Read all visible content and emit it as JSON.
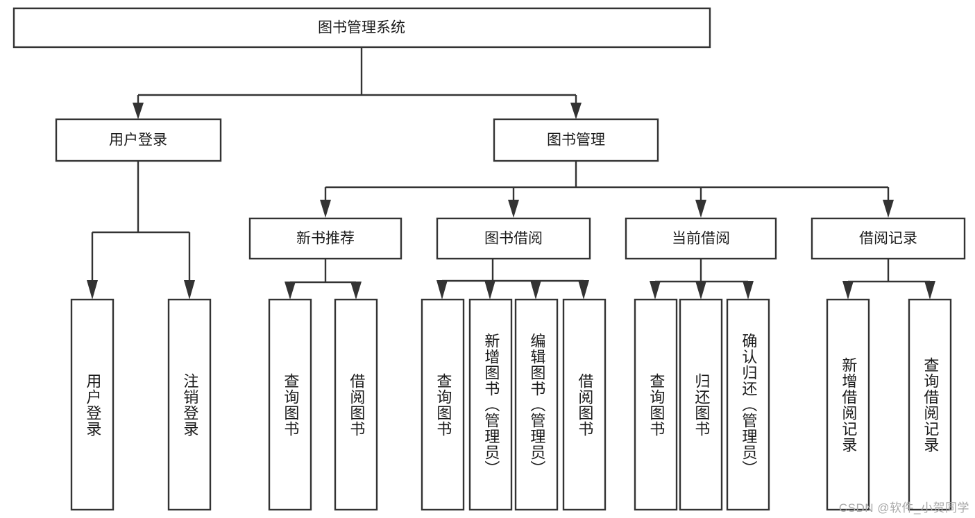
{
  "diagram": {
    "title_node": {
      "label": "图书管理系统"
    },
    "level2": [
      {
        "id": "user-login",
        "label": "用户登录"
      },
      {
        "id": "book-management",
        "label": "图书管理"
      }
    ],
    "level3": [
      {
        "id": "new-book-recommend",
        "label": "新书推荐"
      },
      {
        "id": "book-borrow",
        "label": "图书借阅"
      },
      {
        "id": "current-borrow",
        "label": "当前借阅"
      },
      {
        "id": "borrow-record",
        "label": "借阅记录"
      }
    ],
    "leaves": {
      "user_login": [
        {
          "id": "leaf-user-login",
          "label": "用户登录"
        },
        {
          "id": "leaf-logout",
          "label": "注销登录"
        }
      ],
      "new_book_recommend": [
        {
          "id": "leaf-query-book-1",
          "label": "查询图书"
        },
        {
          "id": "leaf-borrow-book-1",
          "label": "借阅图书"
        }
      ],
      "book_borrow": [
        {
          "id": "leaf-query-book-2",
          "label": "查询图书"
        },
        {
          "id": "leaf-add-book",
          "label": "新增图书（管理员）"
        },
        {
          "id": "leaf-edit-book",
          "label": "编辑图书（管理员）"
        },
        {
          "id": "leaf-borrow-book-2",
          "label": "借阅图书"
        }
      ],
      "current_borrow": [
        {
          "id": "leaf-query-book-3",
          "label": "查询图书"
        },
        {
          "id": "leaf-return-book",
          "label": "归还图书"
        },
        {
          "id": "leaf-confirm-return",
          "label": "确认归还（管理员）"
        }
      ],
      "borrow_record": [
        {
          "id": "leaf-add-record",
          "label": "新增借阅记录"
        },
        {
          "id": "leaf-query-record",
          "label": "查询借阅记录"
        }
      ]
    },
    "colors": {
      "stroke": "#333333",
      "box_fill": "#ffffff",
      "text": "#1a1a1a",
      "background": "#ffffff",
      "watermark": "#a8a8a8"
    }
  },
  "watermark": {
    "text": "CSDN @软件_小贺同学"
  }
}
